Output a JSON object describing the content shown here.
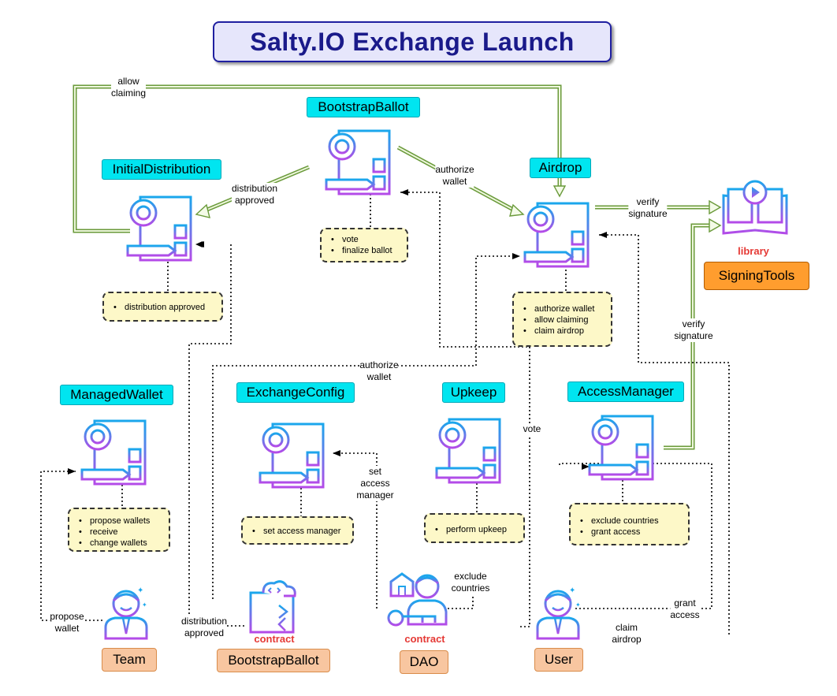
{
  "title": "Salty.IO Exchange Launch",
  "contracts": {
    "bootstrap_ballot": "BootstrapBallot",
    "initial_distribution": "InitialDistribution",
    "airdrop": "Airdrop",
    "managed_wallet": "ManagedWallet",
    "exchange_config": "ExchangeConfig",
    "upkeep": "Upkeep",
    "access_manager": "AccessManager"
  },
  "notes": {
    "bootstrap_ballot": [
      "vote",
      "finalize ballot"
    ],
    "initial_distribution": [
      "distribution approved"
    ],
    "airdrop": [
      "authorize wallet",
      "allow claiming",
      "claim airdrop"
    ],
    "managed_wallet": [
      "propose wallets",
      "receive",
      "change wallets"
    ],
    "exchange_config": [
      "set access manager"
    ],
    "upkeep": [
      "perform upkeep"
    ],
    "access_manager": [
      "exclude countries",
      "grant access"
    ]
  },
  "edge_labels": {
    "allow_claiming": "allow\nclaiming",
    "distribution_approved_top": "distribution\napproved",
    "authorize_wallet_top": "authorize\nwallet",
    "verify_signature_right": "verify\nsignature",
    "verify_signature_down": "verify\nsignature",
    "authorize_wallet_mid": "authorize\nwallet",
    "vote": "vote",
    "set_access_manager": "set\naccess\nmanager",
    "propose_wallet": "propose\nwallet",
    "distribution_approved_bottom": "distribution\napproved",
    "exclude_countries": "exclude\ncountries",
    "grant_access": "grant\naccess",
    "claim_airdrop": "claim\nairdrop"
  },
  "library": {
    "tag": "library",
    "name": "SigningTools"
  },
  "actors": {
    "team": "Team",
    "bootstrap_ballot": "BootstrapBallot",
    "dao": "DAO",
    "user": "User",
    "contract_tag": "contract"
  },
  "colors": {
    "title_fill": "#e6e6fb",
    "contract_label": "#00e5f0",
    "note_fill": "#fdf8c8",
    "actor_label": "#f8c6a0",
    "library_box": "#ff9d2e",
    "contract_tag": "#e53935",
    "arrow_green": "#6a9a3a"
  },
  "icons": [
    "contract-document-icon",
    "person-icon",
    "library-book-icon",
    "code-contract-icon",
    "dao-key-icon"
  ]
}
